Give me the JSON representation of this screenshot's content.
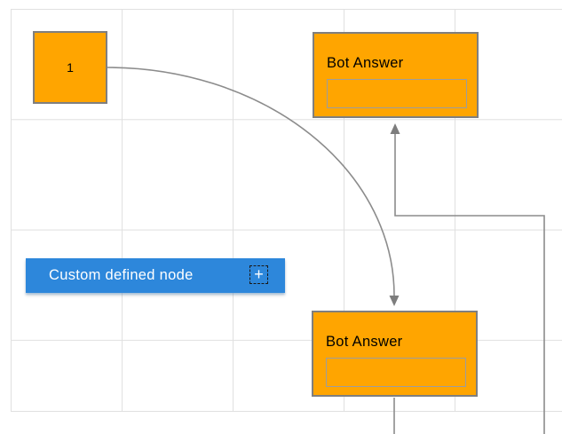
{
  "diagram": {
    "nodes": {
      "start_node": {
        "label": "1"
      },
      "bot_answer_top": {
        "title": "Bot Answer",
        "input_value": ""
      },
      "bot_answer_bottom": {
        "title": "Bot Answer",
        "input_value": ""
      },
      "custom_node": {
        "label": "Custom defined node"
      }
    },
    "icons": {
      "plus": "+"
    },
    "edges": [
      {
        "from": "start_node",
        "to": "bot_answer_bottom",
        "type": "curved",
        "arrow_at": "target-top"
      },
      {
        "from": "bot_answer_bottom",
        "to": "bot_answer_top",
        "type": "orthogonal",
        "arrow_at": "target-bottom"
      }
    ],
    "colors": {
      "canvas_bg": "#ffffff",
      "grid_line": "#e0e0e0",
      "node_fill": "#ffa500",
      "node_border": "#7f7f7f",
      "node_text": "#000000",
      "input_border": "#9d9d9d",
      "custom_node_fill": "#2d87db",
      "custom_node_text": "#ffffff",
      "connector": "#8c8c8c",
      "arrowhead": "#7d7d7d"
    }
  }
}
